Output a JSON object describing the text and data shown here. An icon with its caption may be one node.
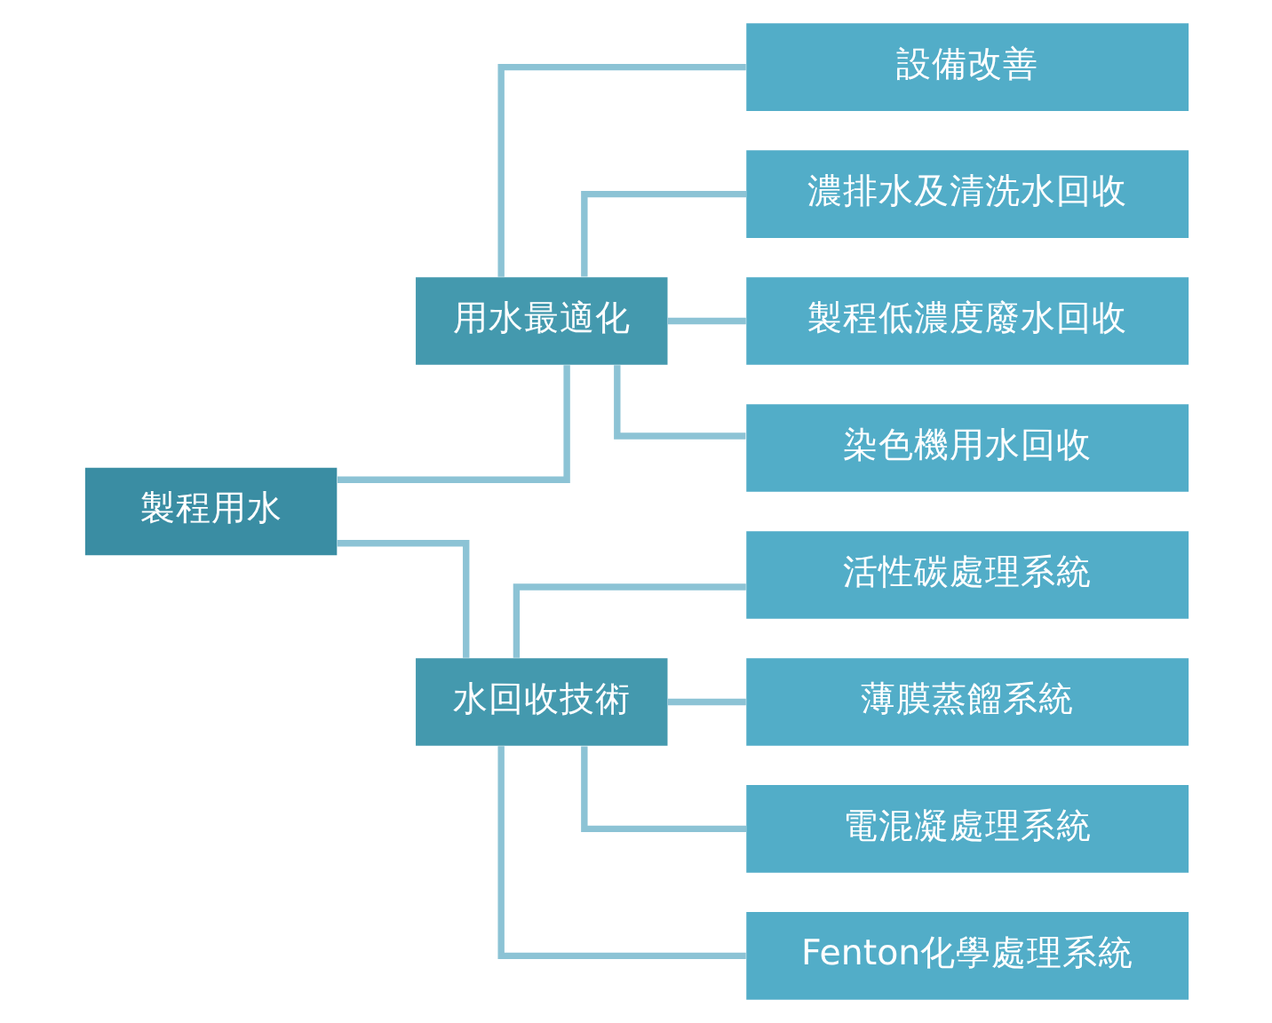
{
  "diagram": {
    "nodes": [
      {
        "text": [
          "製程用水"
        ]
      },
      {
        "text": [
          "用水最適化"
        ]
      },
      {
        "text": [
          "設備改善"
        ]
      },
      {
        "text": [
          "濃排水及清洗水回收"
        ]
      },
      {
        "text": [
          "製程低濃度廢水回收"
        ]
      },
      {
        "text": [
          "染色機用水回收"
        ]
      },
      {
        "text": [
          "水回收技術"
        ]
      },
      {
        "text": [
          "活性碳處理系統"
        ]
      },
      {
        "text": [
          "薄膜蒸餾系統"
        ]
      },
      {
        "text": [
          "電混凝處理系統"
        ]
      },
      {
        "text": [
          "Fenton化學處理系統"
        ]
      }
    ],
    "edges": [
      {
        "from": 0,
        "to": 1,
        "arrow": "none"
      },
      {
        "from": 0,
        "to": 6,
        "arrow": "none"
      },
      {
        "from": 1,
        "to": 2,
        "arrow": "none"
      },
      {
        "from": 1,
        "to": 3,
        "arrow": "none"
      },
      {
        "from": 1,
        "to": 4,
        "arrow": "none"
      },
      {
        "from": 1,
        "to": 5,
        "arrow": "none"
      },
      {
        "from": 6,
        "to": 7,
        "arrow": "none"
      },
      {
        "from": 6,
        "to": 8,
        "arrow": "none"
      },
      {
        "from": 6,
        "to": 9,
        "arrow": "none"
      },
      {
        "from": 6,
        "to": 10,
        "arrow": "none"
      }
    ]
  }
}
